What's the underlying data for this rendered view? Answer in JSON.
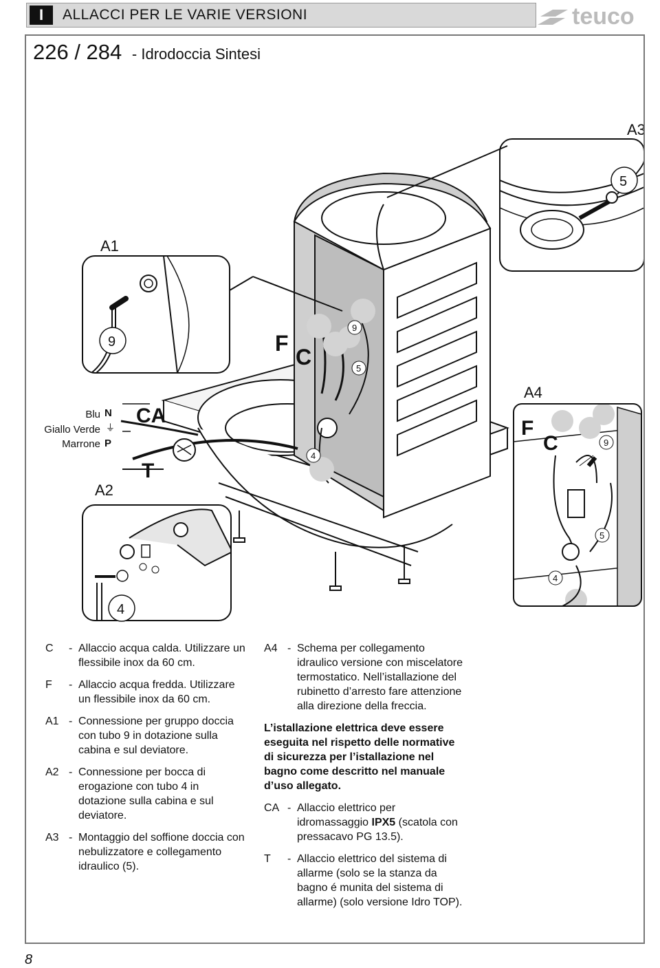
{
  "header": {
    "lang": "I",
    "title": "ALLACCI PER LE VARIE VERSIONI",
    "logo": "teuco"
  },
  "model": {
    "number": "226 / 284",
    "name": "- Idrodoccia Sintesi"
  },
  "diagram": {
    "labels": {
      "a1": "A1",
      "a2": "A2",
      "a3": "A3",
      "a4": "A4",
      "ca": "CA",
      "t": "T",
      "f": "F",
      "c": "C",
      "n": "N",
      "p": "P",
      "blu": "Blu",
      "giallo_verde": "Giallo Verde",
      "marrone": "Marrone",
      "n9": "9",
      "n5": "5",
      "n4": "4"
    }
  },
  "legend_left": [
    {
      "key": "C",
      "text": "Allaccio acqua calda. Utilizzare un flessibile inox da 60 cm."
    },
    {
      "key": "F",
      "text": "Allaccio acqua fredda. Utilizzare un flessibile inox da 60 cm."
    },
    {
      "key": "A1",
      "text": "Connessione per gruppo doccia con tubo 9 in dotazione sulla cabina e sul deviatore."
    },
    {
      "key": "A2",
      "text": "Connessione per bocca di erogazione con tubo 4 in dotazione sulla cabina e sul deviatore."
    },
    {
      "key": "A3",
      "text": "Montaggio del soffione doccia con nebulizzatore e collegamento idraulico (5)."
    }
  ],
  "legend_right": {
    "a4": {
      "key": "A4",
      "text": "Schema per collegamento idraulico versione con miscelatore termostatico. Nell’istallazione del rubinetto d’arresto fare attenzione alla direzione della freccia."
    },
    "warning": "L’istallazione elettrica deve essere eseguita nel rispetto delle normative di sicurezza per l’istallazione nel bagno come descritto nel manuale d’uso allegato.",
    "ca": {
      "key": "CA",
      "text_before": "Allaccio elettrico per idromassaggio ",
      "bold": "IPX5",
      "text_after": " (scatola con pressacavo PG 13.5)."
    },
    "t": {
      "key": "T",
      "text": "Allaccio elettrico del sistema di allarme (solo se la stanza da bagno é munita del sistema di allarme) (solo versione Idro TOP)."
    }
  },
  "page_number": "8"
}
